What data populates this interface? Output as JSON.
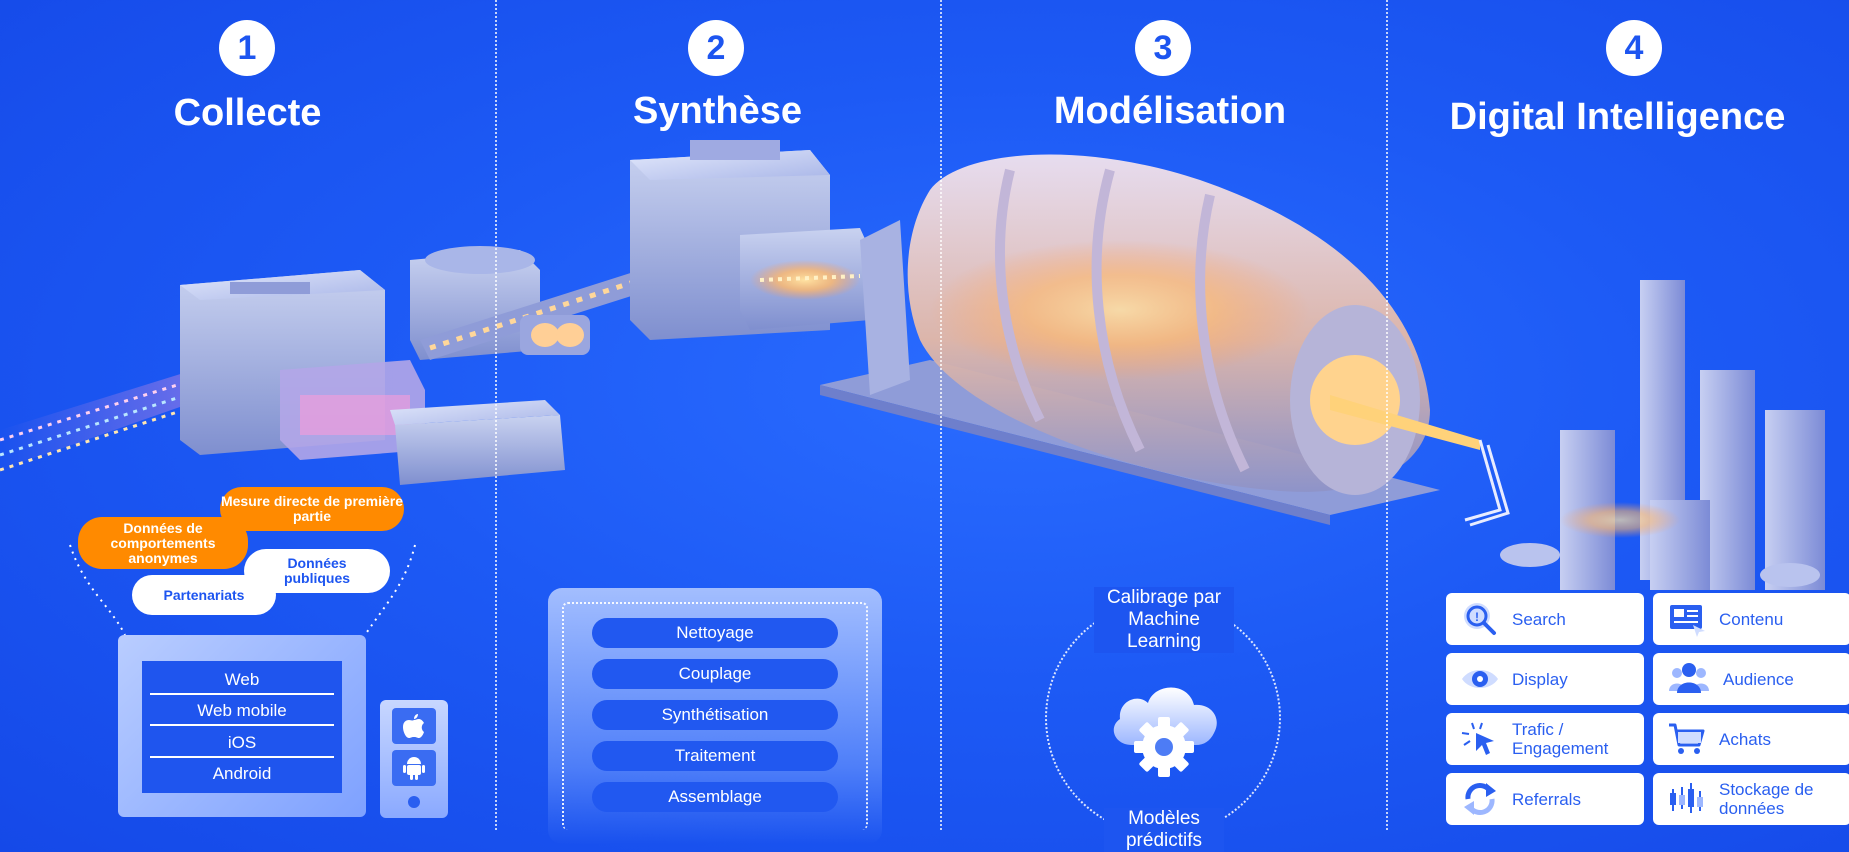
{
  "steps": [
    {
      "number": "1",
      "title": "Collecte"
    },
    {
      "number": "2",
      "title": "Synthèse"
    },
    {
      "number": "3",
      "title": "Modélisation"
    },
    {
      "number": "4",
      "title": "Digital Intelligence"
    }
  ],
  "collecte": {
    "sources": {
      "anonymous": "Données de comportements anonymes",
      "first_party": "Mesure directe de première partie",
      "public": "Données publiques",
      "partners": "Partenariats"
    },
    "platforms": [
      "Web",
      "Web mobile",
      "iOS",
      "Android"
    ],
    "app_icons": [
      "apple-icon",
      "android-icon"
    ]
  },
  "synthese": {
    "steps": [
      "Nettoyage",
      "Couplage",
      "Synthétisation",
      "Traitement",
      "Assemblage"
    ]
  },
  "modelisation": {
    "top_label": "Calibrage par Machine Learning",
    "bottom_label": "Modèles prédictifs",
    "icon": "cloud-gear-icon"
  },
  "intelligence": {
    "tiles": [
      {
        "label": "Search",
        "icon": "search-icon"
      },
      {
        "label": "Contenu",
        "icon": "content-icon"
      },
      {
        "label": "Display",
        "icon": "eye-icon"
      },
      {
        "label": "Audience",
        "icon": "people-icon"
      },
      {
        "label": "Trafic / Engagement",
        "icon": "cursor-click-icon"
      },
      {
        "label": "Achats",
        "icon": "cart-icon"
      },
      {
        "label": "Referrals",
        "icon": "refresh-icon"
      },
      {
        "label": "Stockage de données",
        "icon": "candlestick-icon"
      }
    ]
  },
  "colors": {
    "background": "#1d5af5",
    "accent_orange": "#ff8a00",
    "white": "#ffffff",
    "tile_text": "#2a5ff0"
  }
}
